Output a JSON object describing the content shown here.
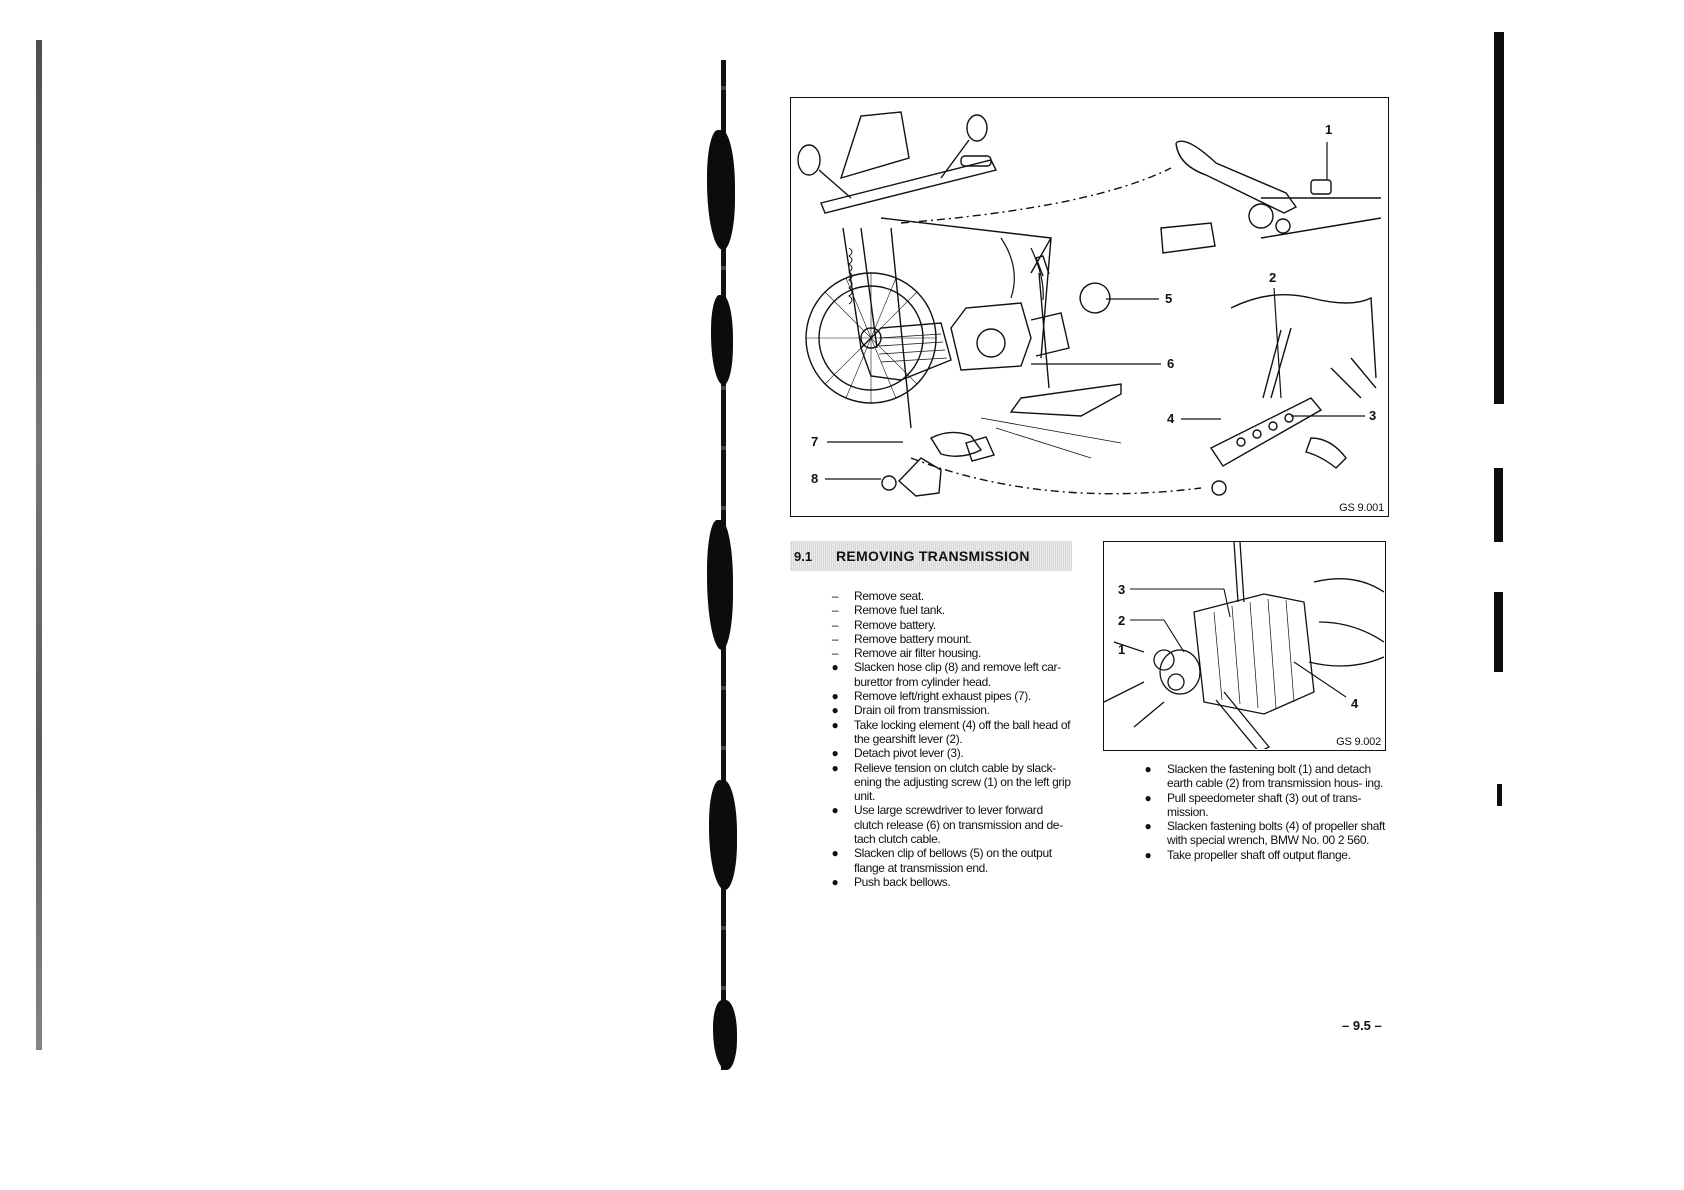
{
  "figures": {
    "main": {
      "code": "GS 9.001",
      "callouts": [
        "1",
        "2",
        "3",
        "4",
        "5",
        "6",
        "7",
        "8"
      ]
    },
    "detail": {
      "code": "GS 9.002",
      "callouts": [
        "1",
        "2",
        "3",
        "4"
      ]
    }
  },
  "section": {
    "number": "9.1",
    "title": "REMOVING TRANSMISSION"
  },
  "steps_left": [
    {
      "marker": "–",
      "text": "Remove seat."
    },
    {
      "marker": "–",
      "text": "Remove fuel tank."
    },
    {
      "marker": "–",
      "text": "Remove battery."
    },
    {
      "marker": "–",
      "text": "Remove battery mount."
    },
    {
      "marker": "–",
      "text": "Remove air filter housing."
    },
    {
      "marker": "●",
      "text": "Slacken hose clip (8) and remove left car- burettor from cylinder head."
    },
    {
      "marker": "●",
      "text": "Remove left/right exhaust pipes (7)."
    },
    {
      "marker": "●",
      "text": "Drain oil from transmission."
    },
    {
      "marker": "●",
      "text": "Take locking element (4) off the ball head of the gearshift lever (2)."
    },
    {
      "marker": "●",
      "text": "Detach pivot lever (3)."
    },
    {
      "marker": "●",
      "text": "Relieve tension on clutch cable by slack- ening the adjusting screw (1) on the left grip unit."
    },
    {
      "marker": "●",
      "text": "Use large screwdriver to lever forward clutch release (6) on transmission and de- tach clutch cable."
    },
    {
      "marker": "●",
      "text": "Slacken clip of bellows (5) on the output flange at transmission end."
    },
    {
      "marker": "●",
      "text": "Push back bellows."
    }
  ],
  "steps_right": [
    {
      "marker": "●",
      "text": "Slacken the fastening bolt (1) and detach earth cable (2) from transmission hous- ing."
    },
    {
      "marker": "●",
      "text": "Pull speedometer shaft (3) out of trans- mission."
    },
    {
      "marker": "●",
      "text": "Slacken fastening bolts (4) of propeller shaft with special wrench, BMW No. 00 2 560."
    },
    {
      "marker": "●",
      "text": "Take propeller shaft off output flange."
    }
  ],
  "page_number": "– 9.5 –",
  "colors": {
    "ink": "#111111",
    "heading_bg": "#dcdcdc",
    "paper": "#ffffff"
  }
}
